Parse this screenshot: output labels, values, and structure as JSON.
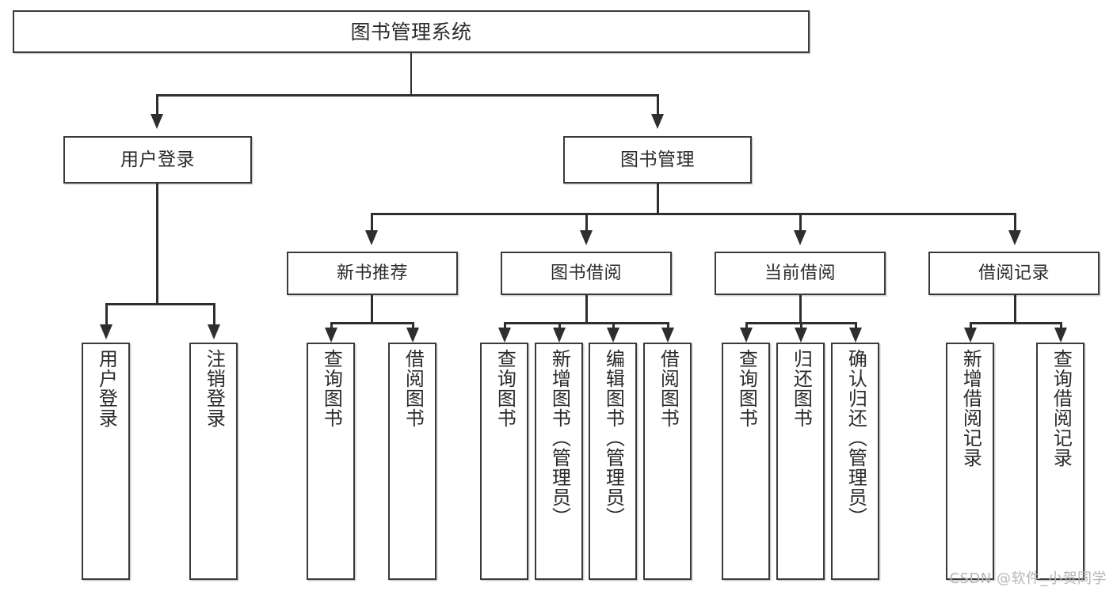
{
  "diagram": {
    "title": "图书管理系统",
    "type": "tree-hierarchy-diagram",
    "watermark": "CSDN @软件_小贺同学",
    "root": {
      "id": "root",
      "label": "图书管理系统"
    },
    "level2": [
      {
        "id": "user-login",
        "label": "用户登录"
      },
      {
        "id": "book-management",
        "label": "图书管理"
      }
    ],
    "level3": [
      {
        "id": "new-book-recommend",
        "label": "新书推荐"
      },
      {
        "id": "book-borrow",
        "label": "图书借阅"
      },
      {
        "id": "current-borrow",
        "label": "当前借阅"
      },
      {
        "id": "borrow-record",
        "label": "借阅记录"
      }
    ],
    "leaves": {
      "user_login": [
        {
          "id": "leaf-user-login",
          "label": "用户登录"
        },
        {
          "id": "leaf-logout-login",
          "label": "注销登录"
        }
      ],
      "new_book_recommend": [
        {
          "id": "leaf-query-book-1",
          "label": "查询图书"
        },
        {
          "id": "leaf-borrow-book-1",
          "label": "借阅图书"
        }
      ],
      "book_borrow": [
        {
          "id": "leaf-query-book-2",
          "label": "查询图书"
        },
        {
          "id": "leaf-add-book",
          "label": "新增图书（管理员）"
        },
        {
          "id": "leaf-edit-book",
          "label": "编辑图书（管理员）"
        },
        {
          "id": "leaf-borrow-book-2",
          "label": "借阅图书"
        }
      ],
      "current_borrow": [
        {
          "id": "leaf-query-book-3",
          "label": "查询图书"
        },
        {
          "id": "leaf-return-book",
          "label": "归还图书"
        },
        {
          "id": "leaf-confirm-return",
          "label": "确认归还（管理员）"
        }
      ],
      "borrow_record": [
        {
          "id": "leaf-add-record",
          "label": "新增借阅记录"
        },
        {
          "id": "leaf-query-record",
          "label": "查询借阅记录"
        }
      ]
    },
    "colors": {
      "box_border": "#3a3a3a",
      "edge": "#2e2e2e",
      "background": "#ffffff",
      "text": "#2b2b2b",
      "watermark": "#b6b6b6"
    }
  }
}
